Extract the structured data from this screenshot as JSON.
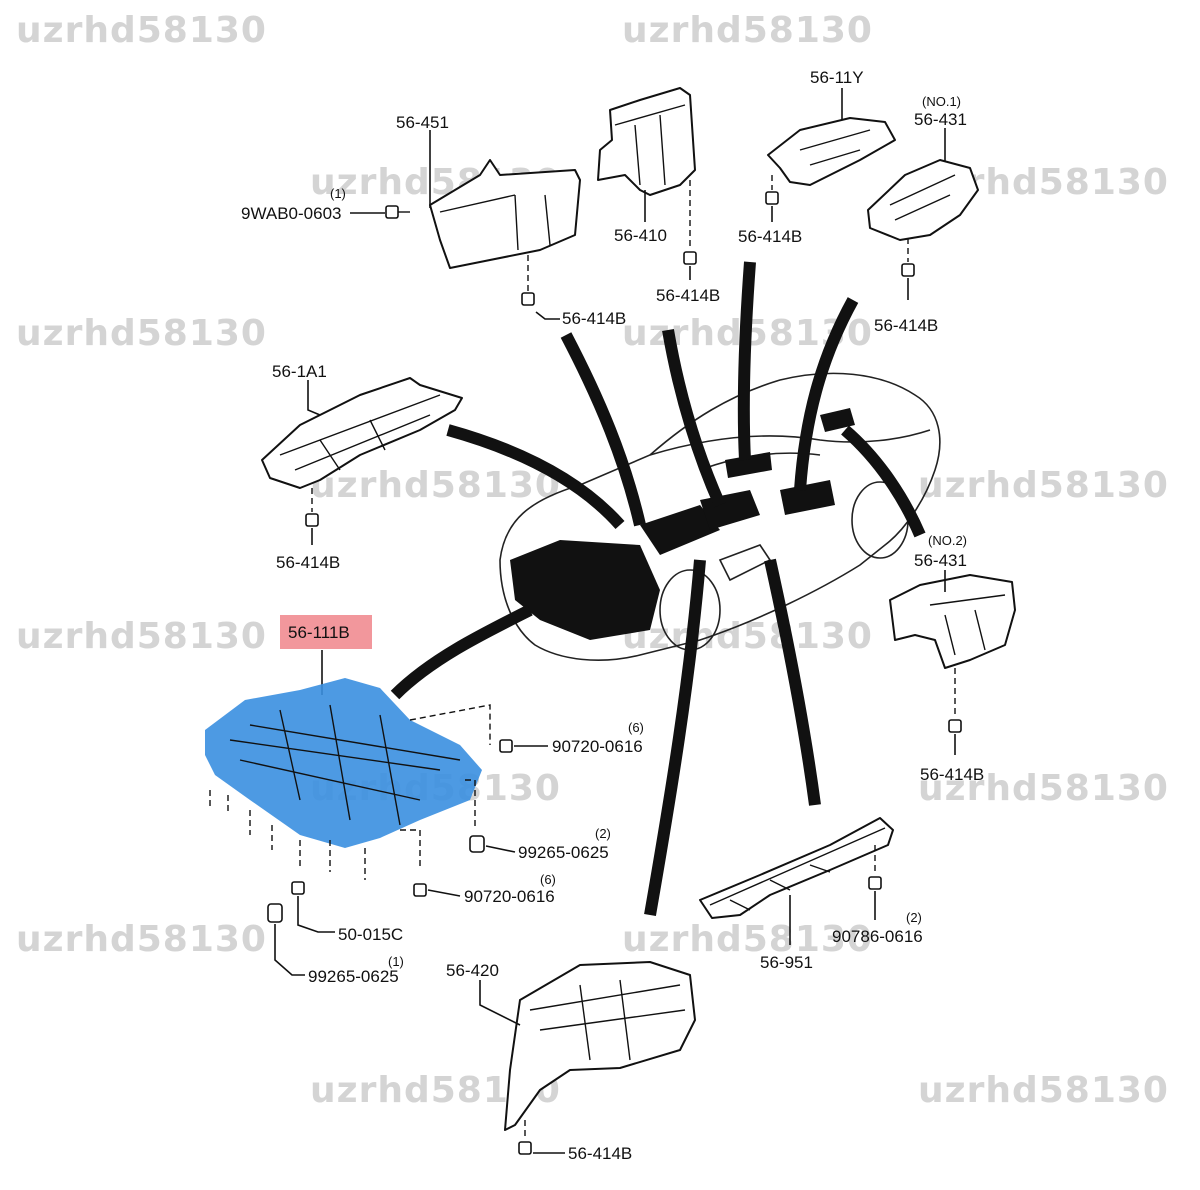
{
  "watermark": "uzrhd58130",
  "highlight": {
    "label_color": "#f0858b",
    "part_color": "#3a8fe0"
  },
  "labels": {
    "p56_451": "56-451",
    "p9WAB0": "9WAB0-0603",
    "q1a": "(1)",
    "p56_410": "56-410",
    "p56_414B_a": "56-414B",
    "p56_414B_b": "56-414B",
    "p56_11Y": "56-11Y",
    "p56_414B_c": "56-414B",
    "no1": "(NO.1)",
    "p56_431_1": "56-431",
    "p56_414B_d": "56-414B",
    "p56_1A1": "56-1A1",
    "p56_414B_e": "56-414B",
    "no2": "(NO.2)",
    "p56_431_2": "56-431",
    "p56_414B_f": "56-414B",
    "p56_111B": "56-111B",
    "p90720_a": "90720-0616",
    "q6a": "(6)",
    "p99265_a": "99265-0625",
    "q2a": "(2)",
    "p90720_b": "90720-0616",
    "q6b": "(6)",
    "p50015C": "50-015C",
    "p99265_b": "99265-0625",
    "q1b": "(1)",
    "p56_951": "56-951",
    "p90786": "90786-0616",
    "q2b": "(2)",
    "p56_420": "56-420",
    "p56_414B_g": "56-414B"
  }
}
